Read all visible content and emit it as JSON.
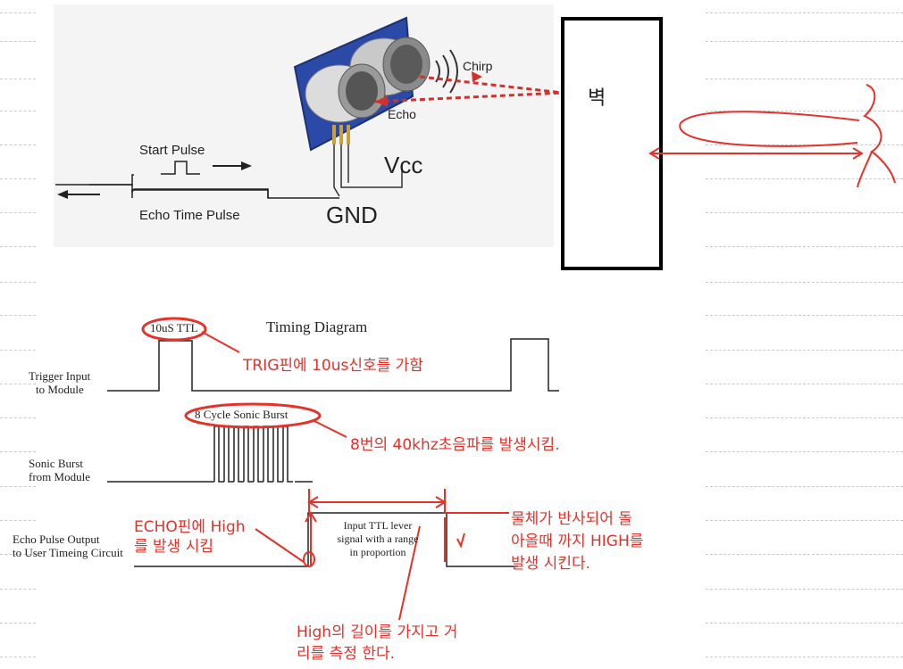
{
  "top": {
    "start_pulse": "Start Pulse",
    "echo_time_pulse": "Echo Time Pulse",
    "chirp": "Chirp",
    "echo": "Echo",
    "vcc": "Vcc",
    "gnd": "GND",
    "wall": "벽"
  },
  "timing": {
    "title": "Timing Diagram",
    "ttl_label": "10uS TTL",
    "burst_label": "8 Cycle Sonic Burst",
    "trigger_input": [
      "Trigger Input",
      "to Module"
    ],
    "sonic_burst": [
      "Sonic Burst",
      "from Module"
    ],
    "echo_output": [
      "Echo Pulse Output",
      "to User Timeing Circuit"
    ],
    "input_ttl": [
      "Input TTL lever",
      "signal with a range",
      "in proportion"
    ]
  },
  "notes": {
    "trig": "TRIG핀에 10us신호를 가함",
    "burst": "8번의 40khz초음파를 발생시킴.",
    "echo_pin": [
      "ECHO핀에 High",
      "를 발생 시킴"
    ],
    "reflect": [
      "물체가 반사되어 돌",
      "아올때 까지 HIGH를",
      "발생 시킨다."
    ],
    "measure": [
      "High의 길이를 가지고 거",
      "리를 측정 한다."
    ]
  },
  "colors": {
    "annotation": "#e4322b",
    "ink": "#222222"
  }
}
